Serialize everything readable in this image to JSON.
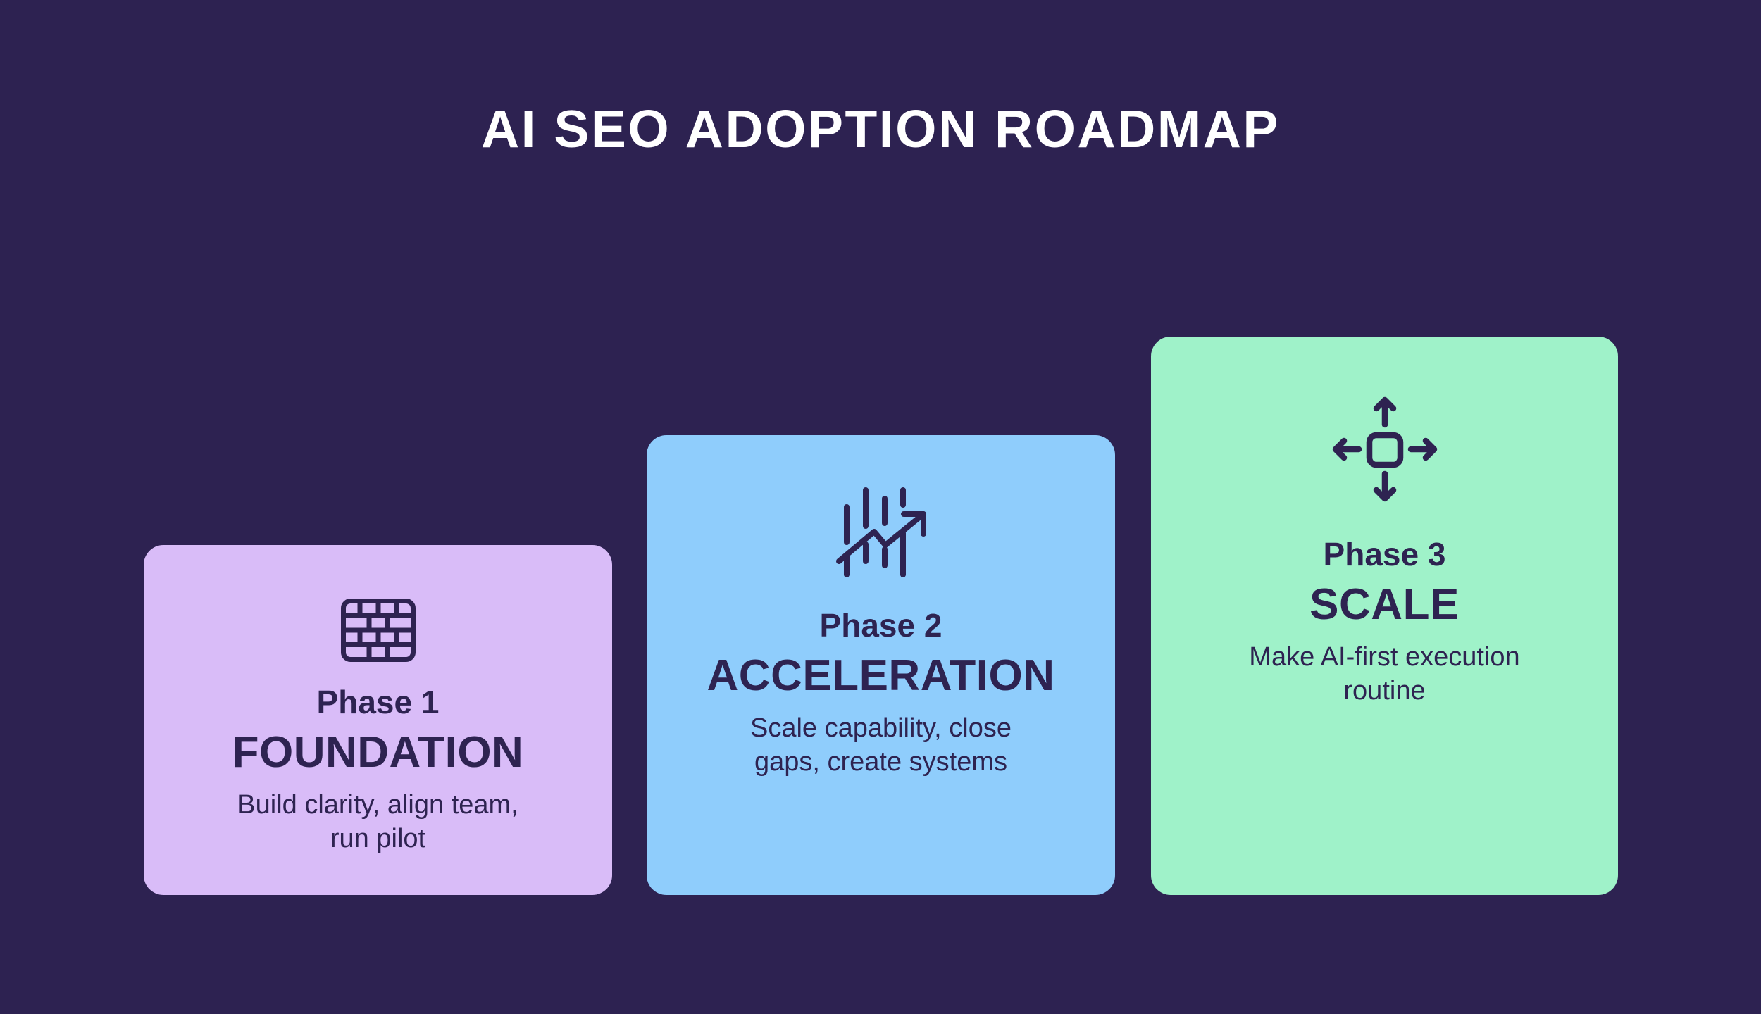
{
  "page": {
    "title": "AI SEO ADOPTION ROADMAP",
    "background_color": "#2d2251",
    "title_color": "#ffffff",
    "card_text_color": "#2e2351"
  },
  "cards": [
    {
      "phase": "Phase 1",
      "title": "FOUNDATION",
      "description": "Build clarity, align team,\nrun pilot",
      "icon": "brick-wall-icon",
      "background_color": "#d9bcf8"
    },
    {
      "phase": "Phase 2",
      "title": "ACCELERATION",
      "description": "Scale capability, close\ngaps, create systems",
      "icon": "trending-up-chart-icon",
      "background_color": "#8fcdfc"
    },
    {
      "phase": "Phase 3",
      "title": "SCALE",
      "description": "Make AI-first execution\nroutine",
      "icon": "move-arrows-icon",
      "background_color": "#9ff2c9"
    }
  ]
}
